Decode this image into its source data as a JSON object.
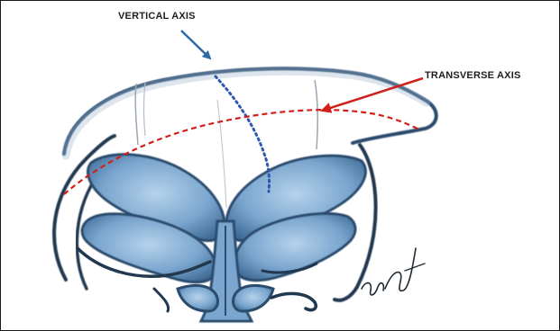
{
  "labels": {
    "vertical_axis": "VERTICAL AXIS",
    "transverse_axis": "TRANSVERSE AXIS"
  },
  "signature": "artist signature",
  "colors": {
    "outline": "#2c4c6e",
    "fill": "#5f8fbb",
    "fill_light": "#9cc0de",
    "vertical_axis_line": "#2f59b0",
    "transverse_axis_line": "#d0201c",
    "vertical_arrow": "#2f6aa8",
    "transverse_arrow": "#d0201c"
  }
}
